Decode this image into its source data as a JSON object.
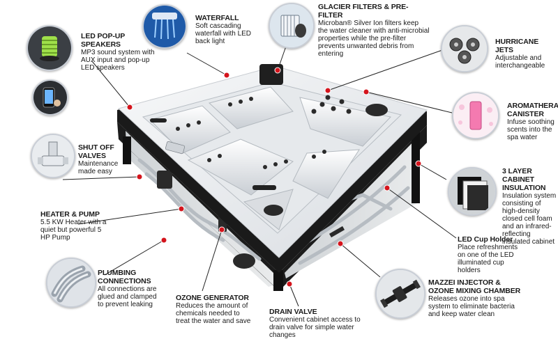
{
  "callouts": {
    "led_speakers": {
      "title": "LED POP-UP SPEAKERS",
      "desc": "MP3 sound system with AUX input and pop-up LED speakers"
    },
    "waterfall": {
      "title": "WATERFALL",
      "desc": "Soft cascading waterfall with LED back light"
    },
    "glacier": {
      "title": "GLACIER FILTERS & PRE-FILTER",
      "desc": "Microban® Silver Ion filters keep the water cleaner with anti-microbial properties while the pre-filter prevents unwanted debris from entering"
    },
    "hurricane": {
      "title": "HURRICANE JETS",
      "desc": "Adjustable and interchangeable"
    },
    "aromatherapy": {
      "title": "AROMATHERAPY CANISTER",
      "desc": "Infuse soothing scents into the spa water"
    },
    "insulation": {
      "title": "3 LAYER CABINET INSULATION",
      "desc": "Insulation system consisting of high-density closed cell foam and an infrared-reflecting insulated cabinet"
    },
    "cupholder": {
      "title": "LED Cup Holder",
      "desc": "Place refreshments on one of the LED illuminated cup holders"
    },
    "mazzei": {
      "title": "MAZZEI INJECTOR & OZONE MIXING CHAMBER",
      "desc": "Releases ozone into spa system to eliminate bacteria and keep water clean"
    },
    "drain": {
      "title": "DRAIN VALVE",
      "desc": "Convenient cabinet access to drain valve for simple water changes"
    },
    "ozone": {
      "title": "OZONE GENERATOR",
      "desc": "Reduces the amount of chemicals needed to treat the water and save"
    },
    "plumbing": {
      "title": "PLUMBING CONNECTIONS",
      "desc": "All connections are glued and clamped to prevent leaking"
    },
    "heater": {
      "title": "HEATER & PUMP",
      "desc": "5.5 KW Heater with a quiet but powerful 5 HP Pump"
    },
    "shutoff": {
      "title": "SHUT OFF VALVES",
      "desc": "Maintenance made easy"
    }
  },
  "colors": {
    "marker": "#d4141c",
    "leader": "#222222",
    "cabinet": "#1c1c1c",
    "shell": "#eef0f2"
  },
  "icons": [
    "speaker-icon",
    "phone-icon",
    "waterfall-icon",
    "filter-icon",
    "jets-icon",
    "aroma-canister-icon",
    "insulation-icon",
    "valve-icon",
    "pipes-icon",
    "mazzei-icon"
  ]
}
